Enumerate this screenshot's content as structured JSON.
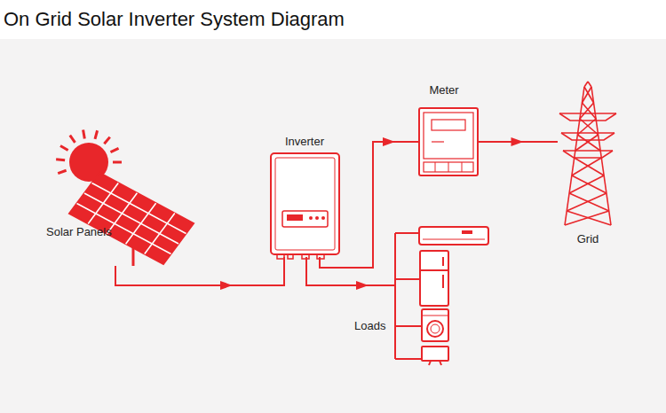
{
  "diagram": {
    "title": "On Grid Solar Inverter System Diagram",
    "nodes": [
      {
        "text": [
          "Solar Panels"
        ]
      },
      {
        "text": [
          "Inverter"
        ]
      },
      {
        "text": [
          "Meter"
        ]
      },
      {
        "text": [
          "Grid"
        ]
      },
      {
        "text": [
          "Loads"
        ]
      }
    ],
    "edges": [
      {
        "from": 0,
        "to": 1,
        "arrow": "to"
      },
      {
        "from": 1,
        "to": 2,
        "arrow": "to"
      },
      {
        "from": 2,
        "to": 3,
        "arrow": "to"
      },
      {
        "from": 1,
        "to": 4,
        "arrow": "to"
      }
    ]
  }
}
